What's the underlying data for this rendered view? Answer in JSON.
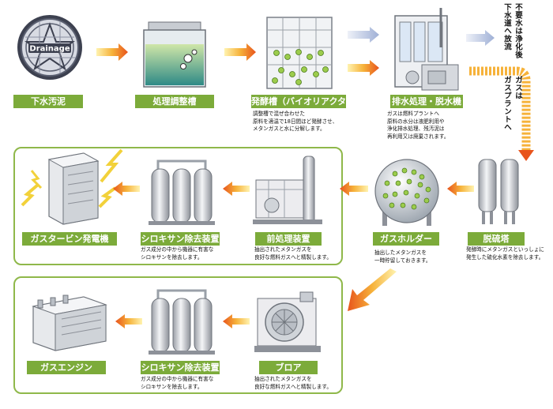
{
  "manhole_text": "Drainage",
  "steps": {
    "sewage": "下水汚泥",
    "adjust": "処理調整槽",
    "ferment": "発酵槽（バイオリアクター）",
    "dewater": "排水処理・脱水機",
    "desulfur": "脱硫塔",
    "holder": "ガスホルダー",
    "pretreat": "前処理装置",
    "siloxane1": "シロキサン除去装置",
    "turbine": "ガスタービン発電機",
    "blower": "ブロア",
    "siloxane2": "シロキサン除去装置",
    "engine": "ガスエンジン"
  },
  "notes": {
    "ferment": [
      "調整槽で混ぜ合わせた",
      "原料を適温で18日間ほど発酵させ、",
      "メタンガスと水に分解します。"
    ],
    "dewater": [
      "ガスは燃料プラントへ",
      "原料の水分は液肥利用や",
      "浄化排水処理、残汚泥は",
      "再利用又は廃棄されます。"
    ],
    "desulfur": [
      "発酵時にメタンガスといっしょに",
      "発生した硫化水素を除去します。"
    ],
    "holder": [
      "抽出したメタンガスを",
      "一時貯留しておきます。"
    ],
    "pretreat": [
      "抽出されたメタンガスを",
      "良好な燃料ガスへと精製します。"
    ],
    "siloxane1": [
      "ガス成分の中から機器に有害な",
      "シロキサンを除去します。"
    ],
    "blower": [
      "抽出されたメタンガスを",
      "良好な燃料ガスへと精製します。"
    ],
    "siloxane2": [
      "ガス成分の中から機器に有害な",
      "シロキサンを除去します。"
    ]
  },
  "vertical": {
    "discharge1": "不要水は浄化後",
    "discharge2": "下水道へ放流",
    "gas1": "ガスは",
    "gas2": "ガスプラントへ"
  },
  "colors": {
    "label_bg": "#7cab3a",
    "panel_border": "#8fb84a",
    "arrow_gas": "#f08a1e",
    "arrow_water": "#a9b7d8"
  }
}
